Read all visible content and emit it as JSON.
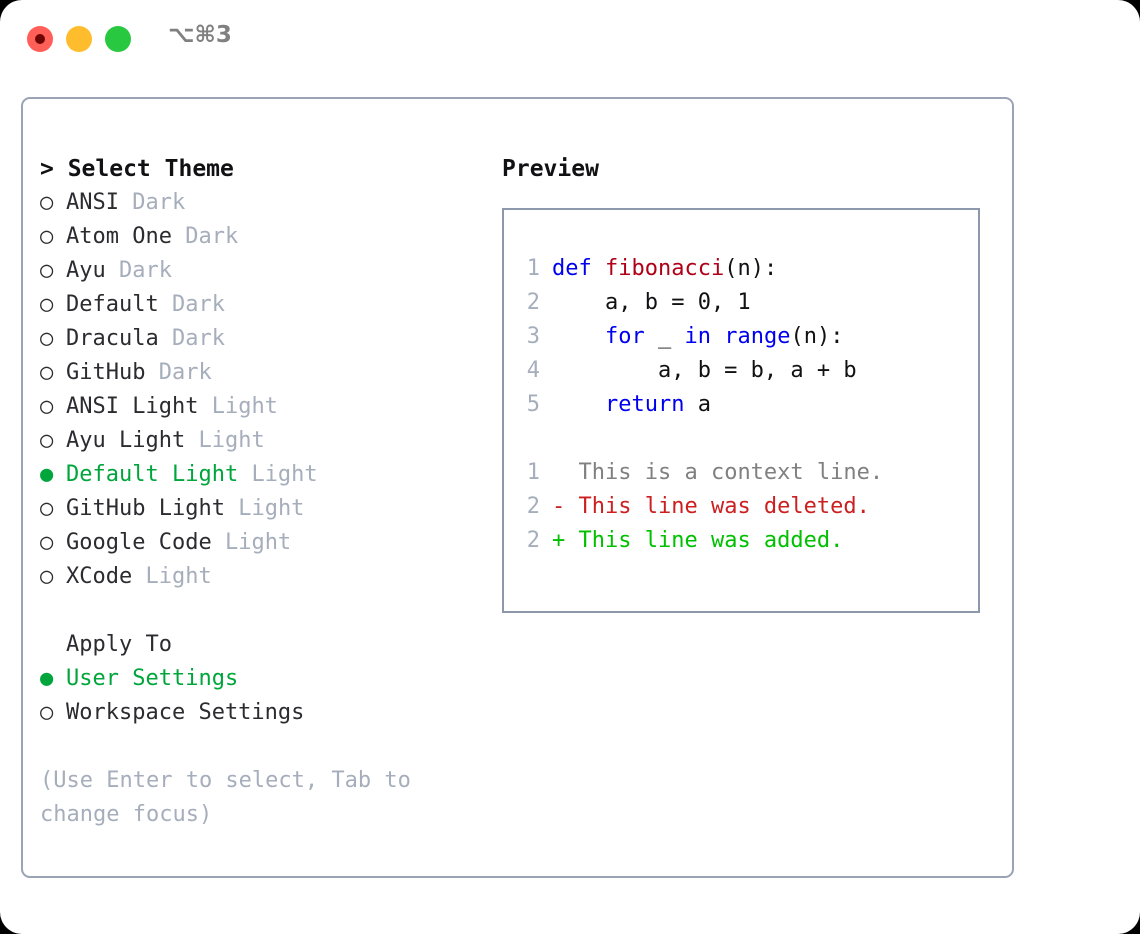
{
  "window": {
    "traffic_lights": [
      "close-button",
      "minimize-button",
      "maximize-button"
    ],
    "shortcut": "⌥⌘3"
  },
  "theme_panel": {
    "title": "> Select Theme",
    "selected_bullet": "●",
    "unselected_bullet": "○",
    "selected_color": "#00a63c",
    "items": [
      {
        "bullet": "○",
        "name": "ANSI",
        "category": "Dark",
        "selected": false
      },
      {
        "bullet": "○",
        "name": "Atom One",
        "category": "Dark",
        "selected": false
      },
      {
        "bullet": "○",
        "name": "Ayu",
        "category": "Dark",
        "selected": false
      },
      {
        "bullet": "○",
        "name": "Default",
        "category": "Dark",
        "selected": false
      },
      {
        "bullet": "○",
        "name": "Dracula",
        "category": "Dark",
        "selected": false
      },
      {
        "bullet": "○",
        "name": "GitHub",
        "category": "Dark",
        "selected": false
      },
      {
        "bullet": "○",
        "name": "ANSI Light",
        "category": "Light",
        "selected": false
      },
      {
        "bullet": "○",
        "name": "Ayu Light",
        "category": "Light",
        "selected": false
      },
      {
        "bullet": "●",
        "name": "Default Light",
        "category": "Light",
        "selected": true
      },
      {
        "bullet": "○",
        "name": "GitHub Light",
        "category": "Light",
        "selected": false
      },
      {
        "bullet": "○",
        "name": "Google Code",
        "category": "Light",
        "selected": false
      },
      {
        "bullet": "○",
        "name": "XCode",
        "category": "Light",
        "selected": false
      }
    ]
  },
  "apply_to": {
    "header": "Apply To",
    "items": [
      {
        "bullet": "●",
        "label": "User Settings",
        "selected": true
      },
      {
        "bullet": "○",
        "label": "Workspace Settings",
        "selected": false
      }
    ]
  },
  "hint": "(Use Enter to select, Tab to change focus)",
  "preview": {
    "title": "Preview",
    "code_lines": [
      {
        "num": "1",
        "tokens": [
          {
            "t": "def ",
            "c": "kw"
          },
          {
            "t": "fibonacci",
            "c": "fn"
          },
          {
            "t": "(n):",
            "c": "plain"
          }
        ]
      },
      {
        "num": "2",
        "tokens": [
          {
            "t": "    a, b = 0, 1",
            "c": "plain"
          }
        ]
      },
      {
        "num": "3",
        "tokens": [
          {
            "t": "    ",
            "c": "plain"
          },
          {
            "t": "for",
            "c": "kw"
          },
          {
            "t": " _ ",
            "c": "plain"
          },
          {
            "t": "in",
            "c": "kw"
          },
          {
            "t": " ",
            "c": "plain"
          },
          {
            "t": "range",
            "c": "kw"
          },
          {
            "t": "(n):",
            "c": "plain"
          }
        ]
      },
      {
        "num": "4",
        "tokens": [
          {
            "t": "        a, b = b, a + b",
            "c": "plain"
          }
        ]
      },
      {
        "num": "5",
        "tokens": [
          {
            "t": "    ",
            "c": "plain"
          },
          {
            "t": "return",
            "c": "kw"
          },
          {
            "t": " a",
            "c": "plain"
          }
        ]
      }
    ],
    "diff_lines": [
      {
        "num": "1",
        "marker": "  ",
        "text": "This is a context line.",
        "kind": "ctx"
      },
      {
        "num": "2",
        "marker": "- ",
        "text": "This line was deleted.",
        "kind": "del"
      },
      {
        "num": "2",
        "marker": "+ ",
        "text": "This line was added.",
        "kind": "add"
      }
    ]
  }
}
